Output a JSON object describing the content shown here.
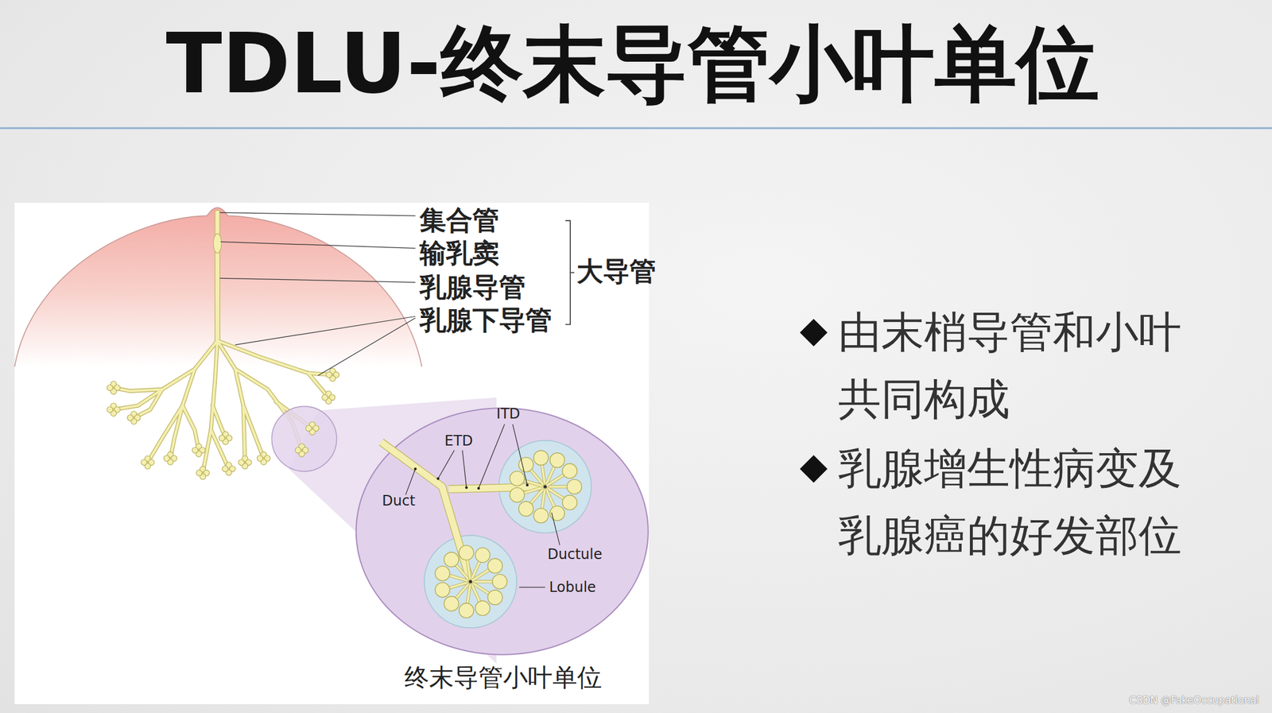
{
  "diagram": {
    "title": "TDLU-终末导管小叶单位",
    "caption": "终末导管小叶单位",
    "labels": [
      "集合管",
      "输乳窦",
      "乳腺导管",
      "乳腺下导管",
      "大导管",
      "ITD",
      "ETD",
      "Duct",
      "Ductule",
      "Lobule",
      "由末梢导管和小叶共同构成",
      "乳腺增生性病变及乳腺癌的好发部位",
      "CSDN @FakeOccupational"
    ]
  }
}
